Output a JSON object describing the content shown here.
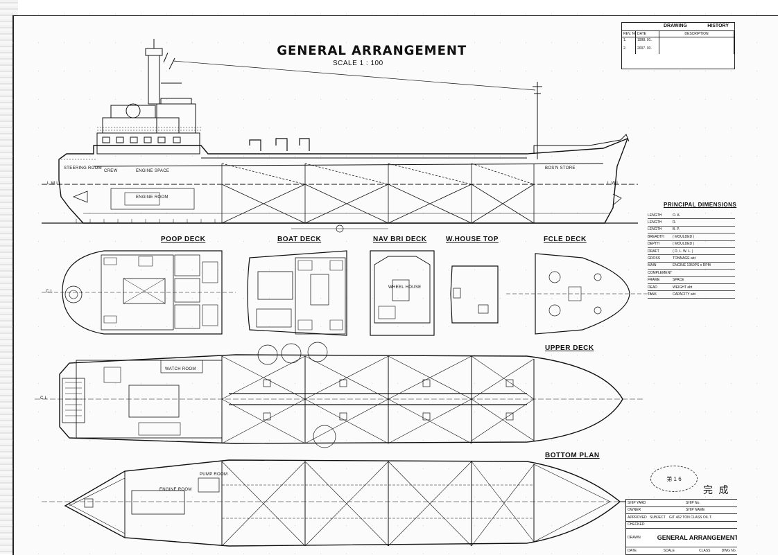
{
  "drawing": {
    "title": "GENERAL ARRANGEMENT",
    "scale": "SCALE   1 : 100"
  },
  "views": {
    "poop_deck": "POOP DECK",
    "boat_deck": "BOAT DECK",
    "nav_bri_deck": "NAV BRI DECK",
    "w_house_top": "W.HOUSE TOP",
    "fcle_deck": "FCLE DECK",
    "upper_deck": "UPPER DECK",
    "bottom_plan": "BOTTOM PLAN"
  },
  "compartments": {
    "steering_room": "STEERING ROOM",
    "crew": "CREW",
    "engine_space": "ENGINE SPACE",
    "engine_room": "ENGINE ROOM",
    "bosn_store": "BOS'N STORE",
    "pump_room": "PUMP ROOM",
    "wheel_house": "WHEEL HOUSE",
    "watch_room": "WATCH ROOM",
    "lwl": "L.W.L",
    "cl": "C.L"
  },
  "history": {
    "heading_left": "DRAWING",
    "heading_right": "HISTORY",
    "col_rev": "REV. NO.",
    "col_date": "DATE",
    "col_desc": "DESCRIPTION",
    "rows": [
      {
        "rev": "1.",
        "date": "1998. 01.",
        "desc": ""
      },
      {
        "rev": "2.",
        "date": "2007. 03.",
        "desc": ""
      }
    ]
  },
  "principal_dimensions": {
    "title": "PRINCIPAL   DIMENSIONS",
    "rows": [
      {
        "label": "LENGTH",
        "sub": "O.          A.",
        "val": ""
      },
      {
        "label": "LENGTH",
        "sub": "R.",
        "val": ""
      },
      {
        "label": "LENGTH",
        "sub": "B.          P.",
        "val": ""
      },
      {
        "label": "BREADTH",
        "sub": "( MOULDED )",
        "val": ""
      },
      {
        "label": "DEPTH",
        "sub": "( MOULDED )",
        "val": ""
      },
      {
        "label": "DRAFT",
        "sub": "( D. L. W. L. )",
        "val": ""
      },
      {
        "label": "GROSS",
        "sub": "TONNAGE   abt",
        "val": ""
      },
      {
        "label": "MAIN",
        "sub": "ENGINE   1350PS x   RPM",
        "val": ""
      },
      {
        "label": "COMPLEMENT",
        "sub": "",
        "val": ""
      },
      {
        "label": "FRAME",
        "sub": "SPACE",
        "val": ""
      },
      {
        "label": "DEAD",
        "sub": "WEIGHT   abt",
        "val": ""
      },
      {
        "label": "TANK",
        "sub": "CAPACITY   abt",
        "val": ""
      }
    ]
  },
  "title_block": {
    "ship_yard": "SHIP YARD",
    "ship_no": "SHIP No.",
    "owner": "OWNER",
    "ship_name": "SHIP NAME",
    "approved": "APPROVED",
    "subject": "SUBJECT",
    "subject_val": "G/T 462 TON CLASS OIL T.",
    "checked": "CHECKED",
    "drawn": "DRAWN",
    "drawing_title": "GENERAL  ARRANGEMENT",
    "date": "DATE",
    "scale": "SCALE",
    "class": "CLASS",
    "dwg_no": "DWG No."
  },
  "stamp": "第 1 6",
  "completed_mark": "完 成"
}
